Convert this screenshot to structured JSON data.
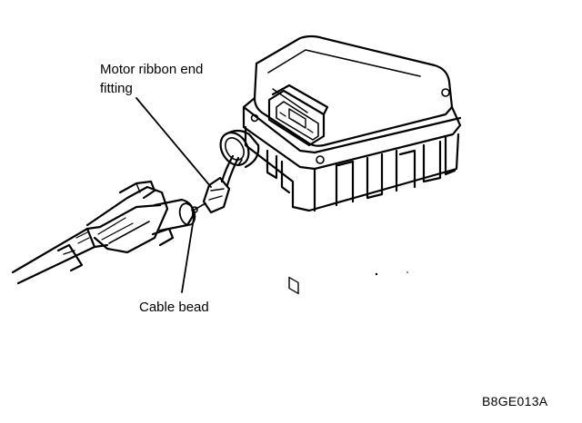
{
  "callouts": {
    "motor_line1": "Motor ribbon end",
    "motor_line2": "fitting",
    "cable_bead": "Cable bead"
  },
  "figure_id": "B8GE013A",
  "colors": {
    "ink": "#000000",
    "paper": "#ffffff"
  }
}
